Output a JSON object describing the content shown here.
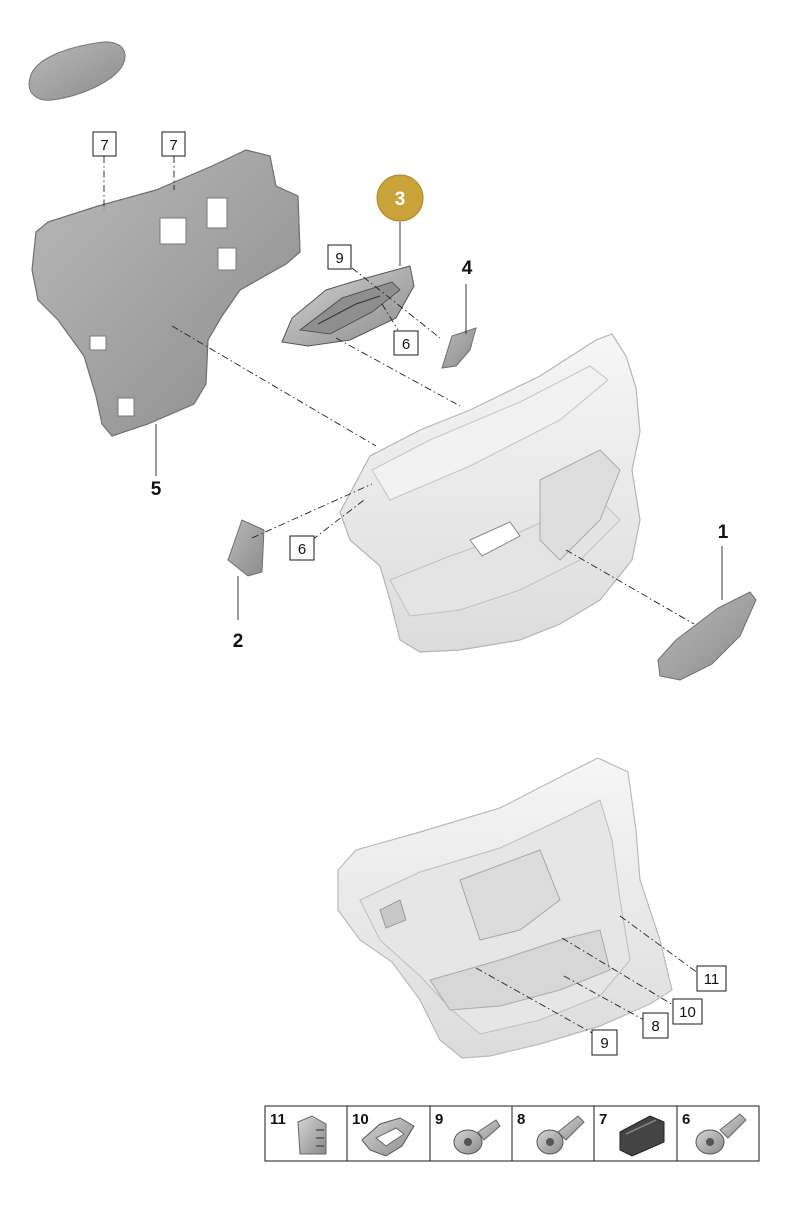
{
  "callouts": {
    "c7a": "7",
    "c7b": "7",
    "c9_top": "9",
    "c6_handle": "6",
    "c6_trim": "6",
    "c11": "11",
    "c10": "10",
    "c8": "8",
    "c9_bottom": "9"
  },
  "part_numbers": {
    "p1": "1",
    "p2": "2",
    "p3": "3",
    "p4": "4",
    "p5": "5"
  },
  "legend": [
    {
      "number": "11",
      "icon": "clip-nut-icon"
    },
    {
      "number": "10",
      "icon": "spring-clip-icon"
    },
    {
      "number": "9",
      "icon": "torx-screw-icon"
    },
    {
      "number": "8",
      "icon": "torx-bolt-icon"
    },
    {
      "number": "7",
      "icon": "clip-icon"
    },
    {
      "number": "6",
      "icon": "flat-head-screw-icon"
    }
  ],
  "colors": {
    "highlight": "#c9a23a",
    "part_grey": "#9a9a9a",
    "trim_light": "#ececec"
  }
}
